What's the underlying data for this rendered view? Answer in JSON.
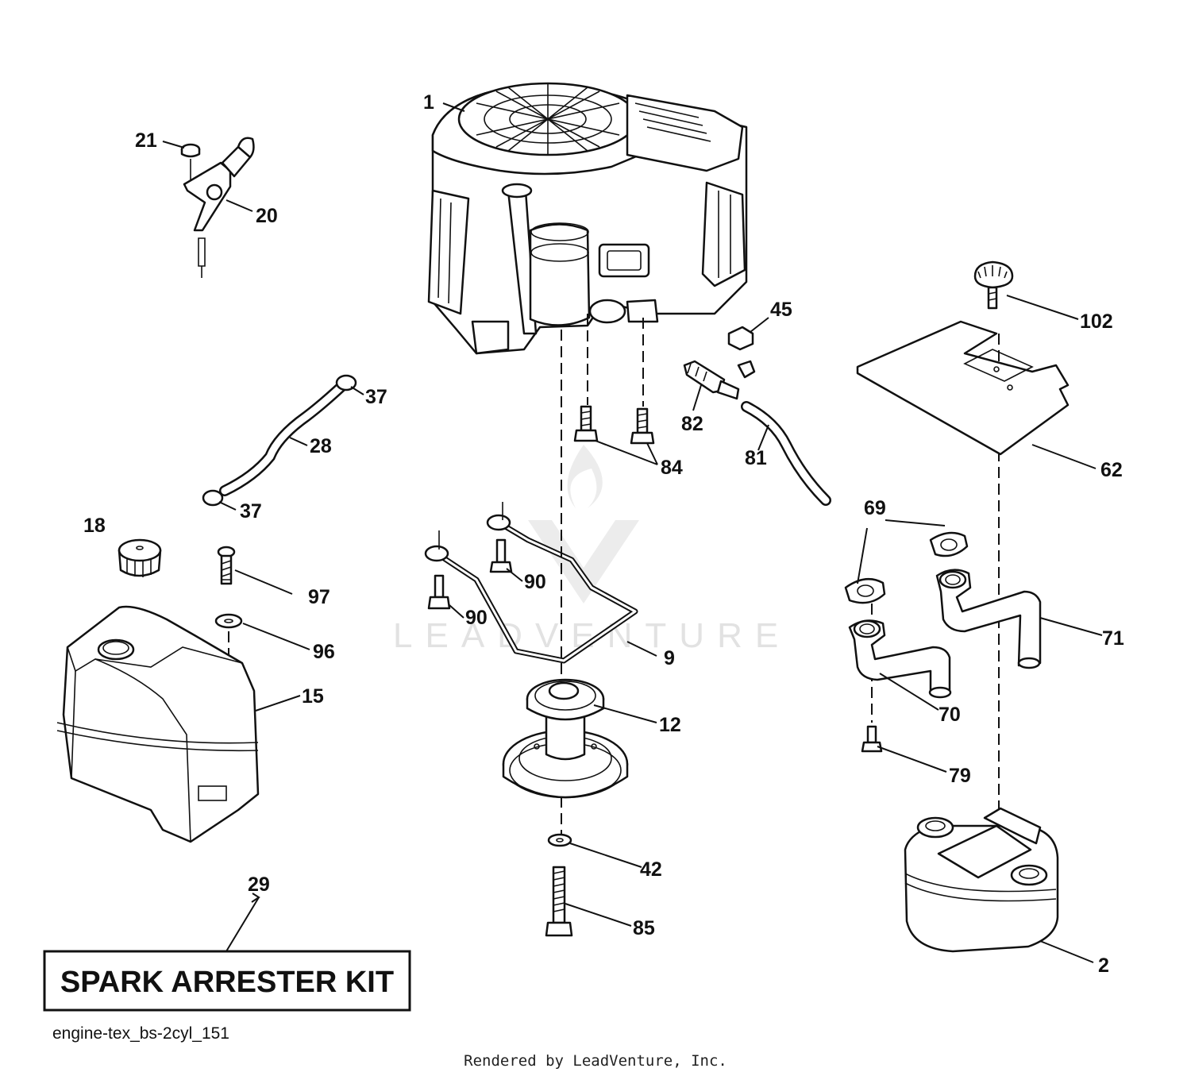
{
  "diagram": {
    "part_numbers": [
      "1",
      "2",
      "9",
      "12",
      "15",
      "18",
      "20",
      "21",
      "28",
      "29",
      "37",
      "37",
      "42",
      "45",
      "62",
      "69",
      "70",
      "71",
      "79",
      "81",
      "82",
      "84",
      "85",
      "90",
      "90",
      "96",
      "97",
      "102"
    ],
    "kit_label": "SPARK ARRESTER KIT",
    "diagram_code": "engine-tex_bs-2cyl_151",
    "rendered_by": "Rendered by LeadVenture, Inc.",
    "watermark": "LEADVENTURE"
  }
}
